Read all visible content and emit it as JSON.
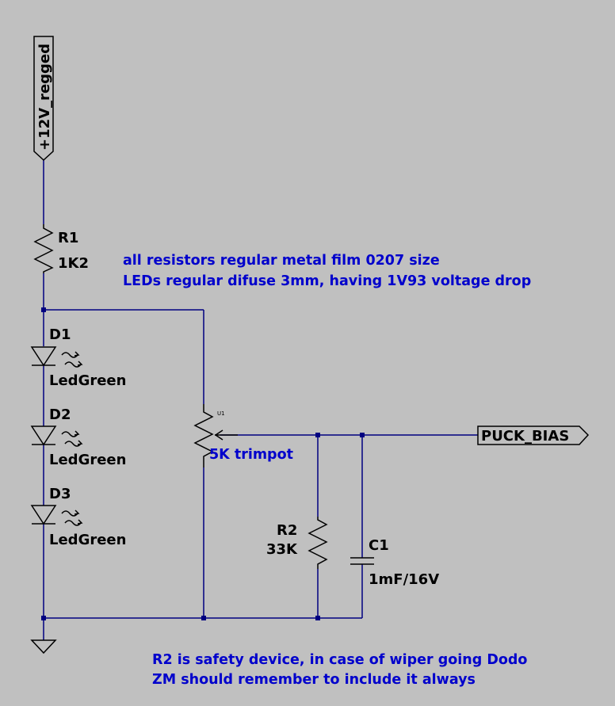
{
  "net_labels": {
    "supply": "+12V_regged",
    "output": "PUCK_BIAS"
  },
  "components": {
    "r1": {
      "ref": "R1",
      "value": "1K2"
    },
    "d1": {
      "ref": "D1",
      "value": "LedGreen"
    },
    "d2": {
      "ref": "D2",
      "value": "LedGreen"
    },
    "d3": {
      "ref": "D3",
      "value": "LedGreen"
    },
    "u1": {
      "ref": "U1",
      "value": "5K trimpot"
    },
    "r2": {
      "ref": "R2",
      "value": "33K"
    },
    "c1": {
      "ref": "C1",
      "value": "1mF/16V"
    }
  },
  "notes": {
    "top_line1": "all resistors regular metal film 0207 size",
    "top_line2": "LEDs regular difuse 3mm, having 1V93 voltage drop",
    "bottom_line1": "R2 is safety device, in case of wiper going Dodo",
    "bottom_line2": "ZM should remember to include it always"
  },
  "colors": {
    "background": "#c0c0c0",
    "wire": "#000080",
    "component": "#000000",
    "note_text": "#0000cc"
  }
}
